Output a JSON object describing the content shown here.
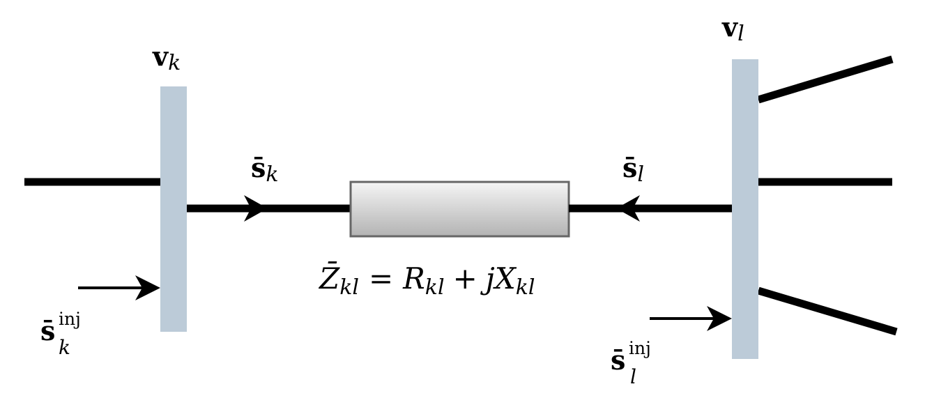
{
  "colors": {
    "bus": "#bccbd8",
    "line": "#000000",
    "impedance_border": "#666666",
    "impedance_fill_top": "#f5f5f5",
    "impedance_fill_bottom": "#b3b3b3"
  },
  "bus_k": {
    "voltage_symbol": "v",
    "voltage_subscript": "k",
    "flow_symbol": "s̄",
    "flow_subscript": "k",
    "inj_symbol": "s̄",
    "inj_superscript": "inj",
    "inj_subscript": "k"
  },
  "bus_l": {
    "voltage_symbol": "v",
    "voltage_subscript": "l",
    "flow_symbol": "s̄",
    "flow_subscript": "l",
    "inj_symbol": "s̄",
    "inj_superscript": "inj",
    "inj_subscript": "l"
  },
  "impedance": {
    "z_symbol": "Z̄",
    "z_subscript": "kl",
    "equals": "=",
    "r_symbol": "R",
    "r_subscript": "kl",
    "plus": "+",
    "j": "j",
    "x_symbol": "X",
    "x_subscript": "kl"
  }
}
